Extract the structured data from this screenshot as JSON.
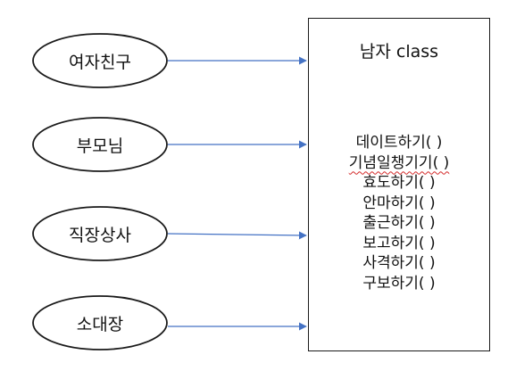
{
  "actors": [
    {
      "label": "여자친구"
    },
    {
      "label": "부모님"
    },
    {
      "label": "직장상사"
    },
    {
      "label": "소대장"
    }
  ],
  "class_box": {
    "title": "남자 class",
    "methods": [
      {
        "label": "데이트하기( )",
        "spell_error": false
      },
      {
        "label": "기념일챙기기( )",
        "spell_error": true
      },
      {
        "label": "효도하기( )",
        "spell_error": false
      },
      {
        "label": "안마하기( )",
        "spell_error": false
      },
      {
        "label": "출근하기( )",
        "spell_error": false
      },
      {
        "label": "보고하기( )",
        "spell_error": false
      },
      {
        "label": "사격하기( )",
        "spell_error": false
      },
      {
        "label": "구보하기( )",
        "spell_error": false
      }
    ]
  },
  "colors": {
    "arrow": "#4472c4",
    "outline": "#1a1a1a",
    "spell_underline": "#d42a2a"
  }
}
